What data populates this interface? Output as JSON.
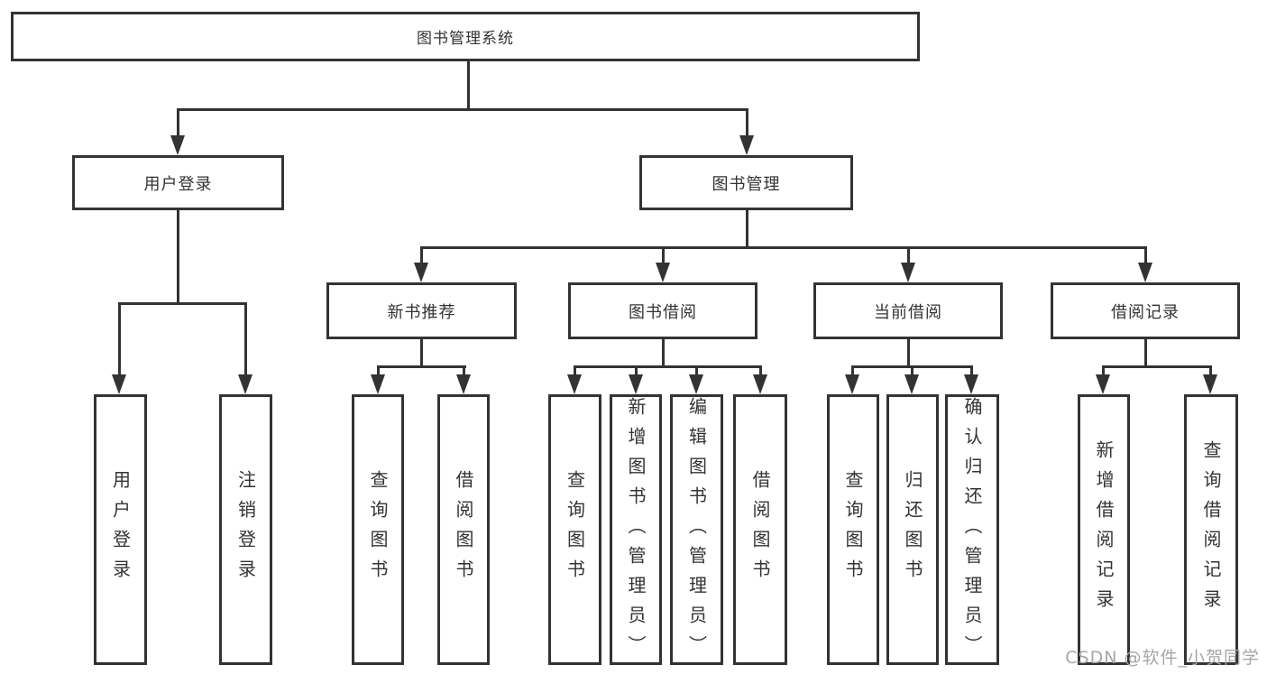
{
  "tree": {
    "label": "图书管理系统",
    "children": [
      {
        "label": "用户登录",
        "children": [
          {
            "label": "用户登录"
          },
          {
            "label": "注销登录"
          }
        ]
      },
      {
        "label": "图书管理",
        "children": [
          {
            "label": "新书推荐",
            "children": [
              {
                "label": "查询图书"
              },
              {
                "label": "借阅图书"
              }
            ]
          },
          {
            "label": "图书借阅",
            "children": [
              {
                "label": "查询图书"
              },
              {
                "label": "新增图书（管理员）"
              },
              {
                "label": "编辑图书（管理员）"
              },
              {
                "label": "借阅图书"
              }
            ]
          },
          {
            "label": "当前借阅",
            "children": [
              {
                "label": "查询图书"
              },
              {
                "label": "归还图书"
              },
              {
                "label": "确认归还（管理员）"
              }
            ]
          },
          {
            "label": "借阅记录",
            "children": [
              {
                "label": "新增借阅记录"
              },
              {
                "label": "查询借阅记录"
              }
            ]
          }
        ]
      }
    ]
  },
  "watermark": {
    "text": "CSDN @软件_小贺同学"
  },
  "colors": {
    "line": "#333333",
    "text": "#333333",
    "background": "#ffffff",
    "watermark": "#a6a6aa"
  }
}
